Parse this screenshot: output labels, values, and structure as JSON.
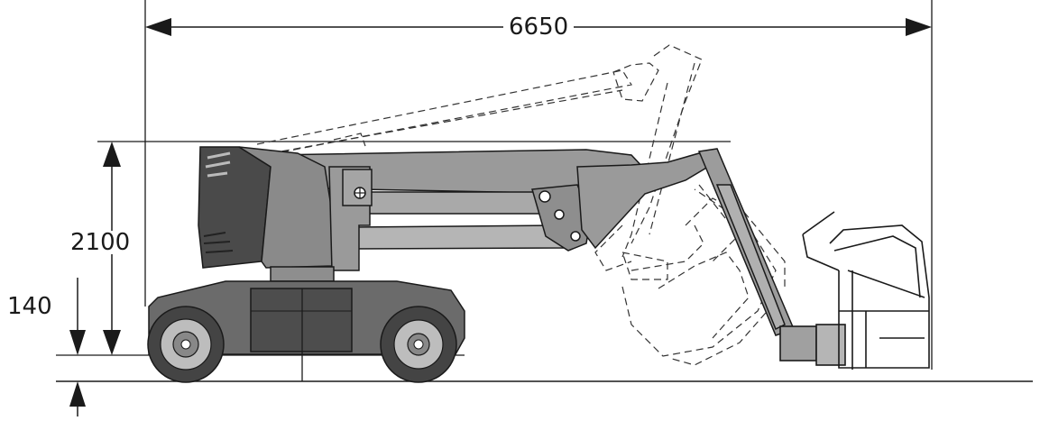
{
  "dimensions": {
    "overall_length": "6650",
    "stowed_height": "2100",
    "ground_clearance": "140"
  },
  "colors": {
    "line": "#1a1a1a",
    "body_dark": "#4a4a4a",
    "body_mid": "#8e8e8e",
    "body_light": "#b3b3b3",
    "dashed": "#333333"
  }
}
